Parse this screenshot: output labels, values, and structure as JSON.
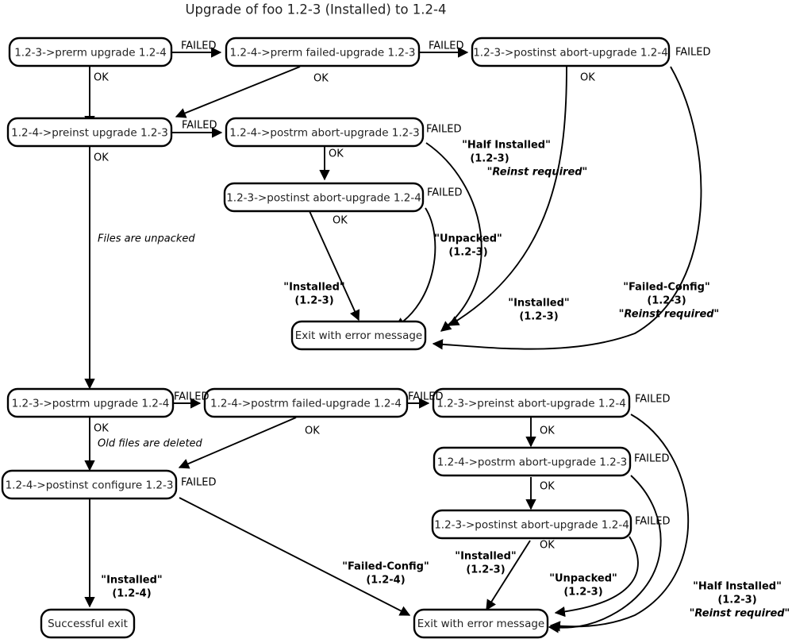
{
  "title": "Upgrade of foo 1.2-3 (Installed) to 1.2-4",
  "nodes": {
    "prerm_upgrade": "1.2-3->prerm upgrade 1.2-4",
    "prerm_failed_upgrade": "1.2-4->prerm failed-upgrade 1.2-3",
    "postinst_abort_top": "1.2-3->postinst abort-upgrade 1.2-4",
    "preinst_upgrade": "1.2-4->preinst upgrade 1.2-3",
    "postrm_abort_upper": "1.2-4->postrm abort-upgrade 1.2-3",
    "postinst_abort_upper": "1.2-3->postinst abort-upgrade 1.2-4",
    "exit_error_upper": "Exit with error message",
    "postrm_upgrade": "1.2-3->postrm upgrade 1.2-4",
    "postrm_failed_upgrade": "1.2-4->postrm failed-upgrade 1.2-4",
    "preinst_abort": "1.2-3->preinst abort-upgrade 1.2-4",
    "postinst_configure": "1.2-4->postinst configure 1.2-3",
    "postrm_abort_lower": "1.2-4->postrm abort-upgrade 1.2-3",
    "postinst_abort_lower": "1.2-3->postinst abort-upgrade 1.2-4",
    "exit_error_lower": "Exit with error message",
    "successful_exit": "Successful exit"
  },
  "edge_labels": {
    "failed": "FAILED",
    "ok": "OK"
  },
  "notes": {
    "files_unpacked": "Files are unpacked",
    "old_files_deleted": "Old files are deleted"
  },
  "state_labels": {
    "half_installed_line1": "\"Half Installed\"",
    "half_installed_line2": "(1.2-3)",
    "reinst_required": "\"Reinst required\"",
    "unpacked_line1": "\"Unpacked\"",
    "unpacked_line2": "(1.2-3)",
    "installed_123_line1": "\"Installed\"",
    "installed_123_line2": "(1.2-3)",
    "failed_config_123_line1": "\"Failed-Config\"",
    "failed_config_123_line2": "(1.2-3)",
    "failed_config_124_line1": "\"Failed-Config\"",
    "failed_config_124_line2": "(1.2-4)",
    "installed_124_line1": "\"Installed\"",
    "installed_124_line2": "(1.2-4)"
  },
  "colors": {
    "stroke": "#000000",
    "fill": "#ffffff",
    "text": "#222222"
  }
}
